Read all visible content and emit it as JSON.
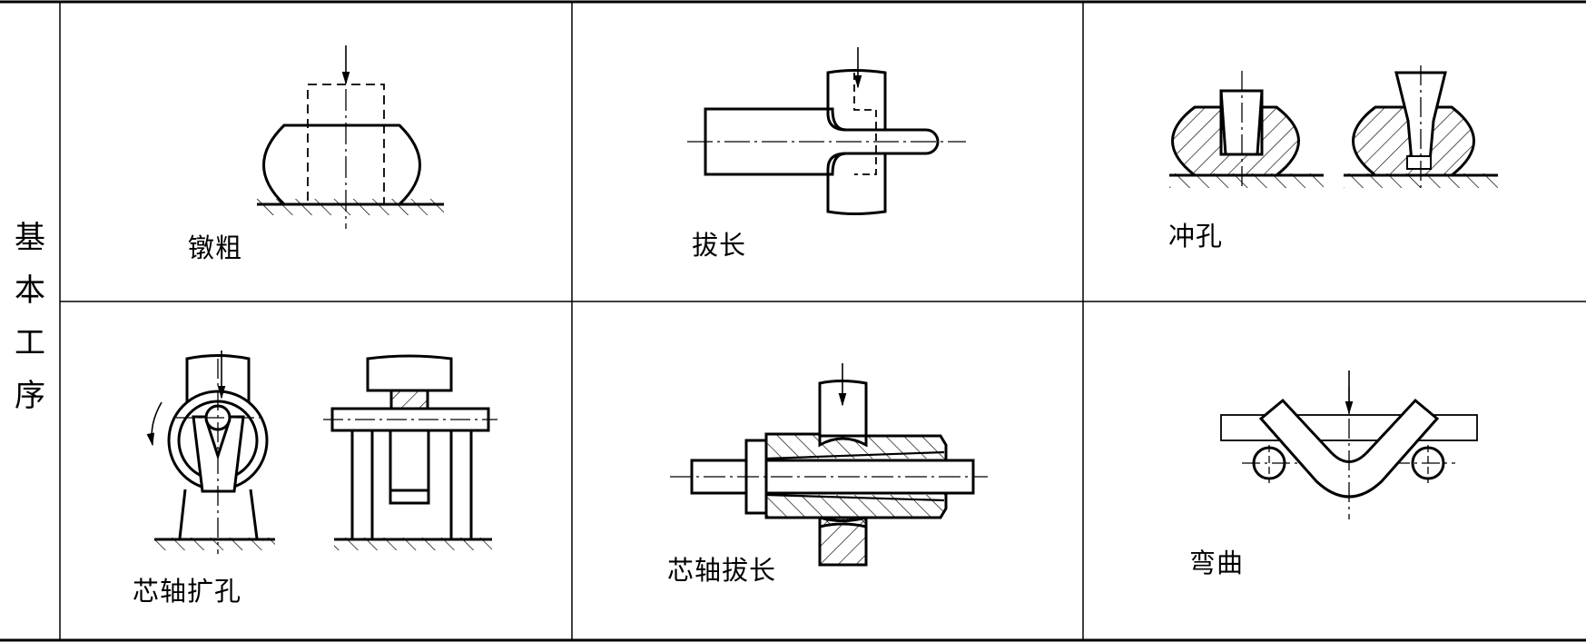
{
  "side_label": "基本工序",
  "cells": [
    {
      "name": "upsetting",
      "caption": "镦粗"
    },
    {
      "name": "drawing",
      "caption": "拔长"
    },
    {
      "name": "punching",
      "caption": "冲孔"
    },
    {
      "name": "mandrel-expanding",
      "caption": "芯轴扩孔"
    },
    {
      "name": "mandrel-drawing",
      "caption": "芯轴拔长"
    },
    {
      "name": "bending",
      "caption": "弯曲"
    }
  ]
}
